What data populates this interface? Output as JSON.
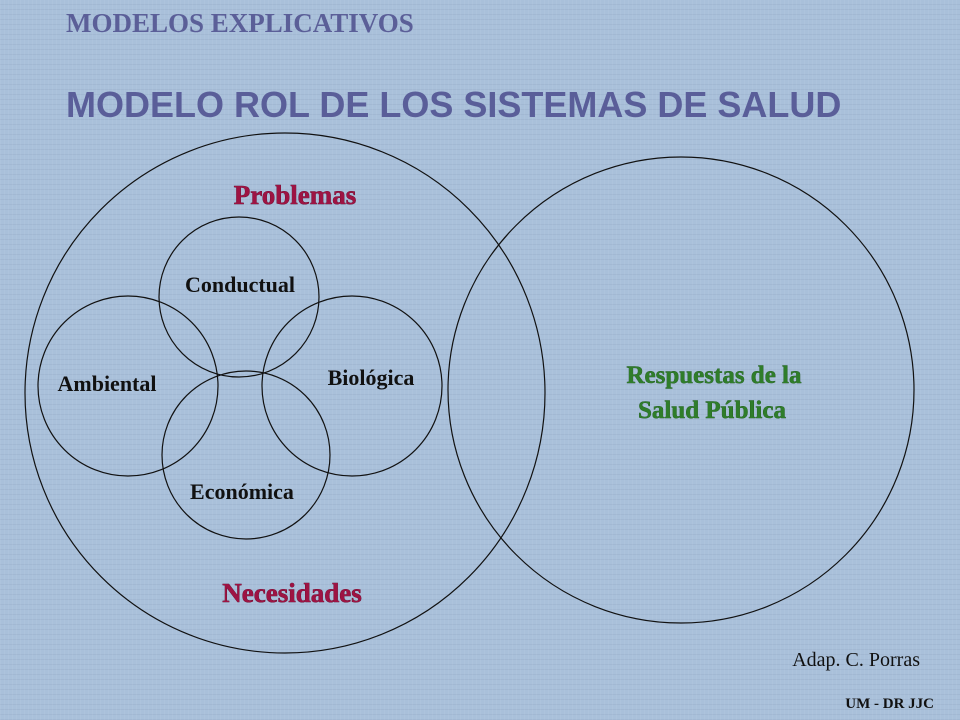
{
  "slide": {
    "subtitle": "MODELOS  EXPLICATIVOS",
    "title": "MODELO  ROL DE LOS SISTEMAS DE SALUD",
    "credit": "Adap. C. Porras",
    "footer": "UM - DR JJC"
  },
  "diagram": {
    "outer_left_top_label": "Problemas",
    "outer_left_bottom_label": "Necesidades",
    "inner_circles": [
      "Conductual",
      "Ambiental",
      "Biológica",
      "Económica"
    ],
    "right_circle_label_lines": [
      "Respuestas de la",
      "Salud Pública"
    ]
  },
  "colors": {
    "background": "#a9c0da",
    "title": "#5a5e99",
    "problemas_necesidades": "#9e1343",
    "respuestas": "#2f7d2a"
  }
}
